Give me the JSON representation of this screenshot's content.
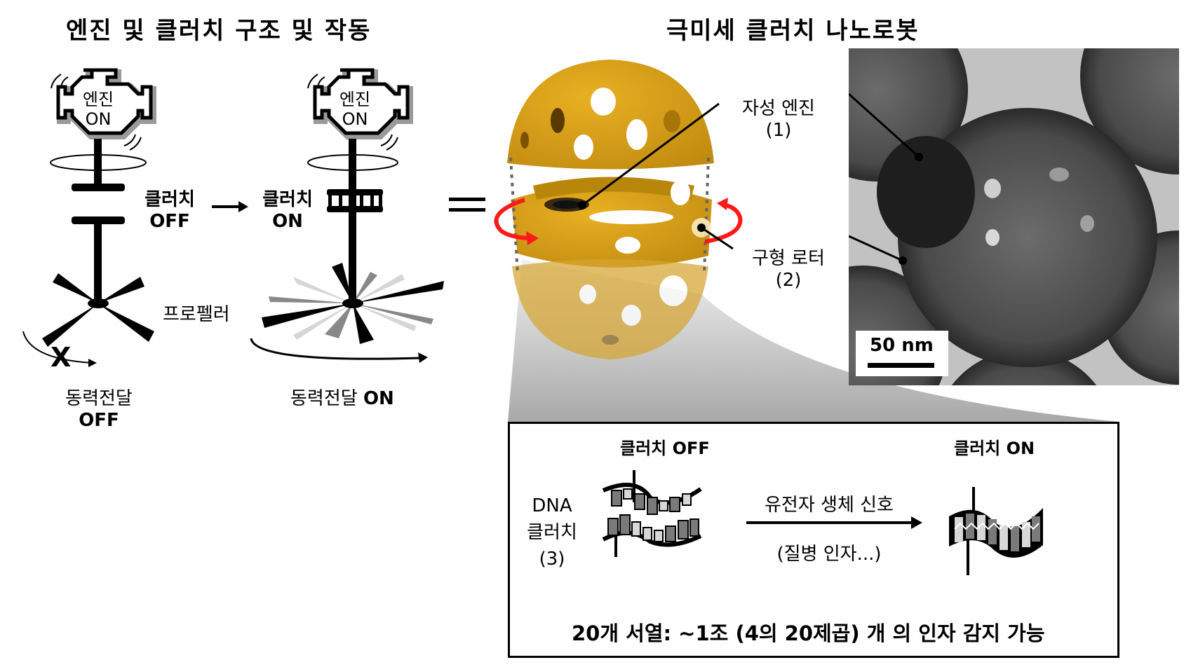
{
  "left_panel": {
    "title": "엔진 및 클러치 구조 및 작동",
    "engine_off_state": {
      "engine_label_line1": "엔진",
      "engine_label_line2": "ON",
      "clutch_label": "클러치",
      "clutch_state": "OFF",
      "propeller_blocked_mark": "X",
      "power_label": "동력전달",
      "power_state": "OFF"
    },
    "engine_on_state": {
      "engine_label_line1": "엔진",
      "engine_label_line2": "ON",
      "clutch_label": "클러치",
      "clutch_state": "ON",
      "power_label": "동력전달",
      "power_state": "ON"
    },
    "propeller_label": "프로펠러",
    "equals_sign": "="
  },
  "right_panel": {
    "title": "극미세 클러치 나노로봇",
    "labels": [
      {
        "text": "자성 엔진",
        "number": "(1)"
      },
      {
        "text": "구형 로터",
        "number": "(2)"
      }
    ],
    "tem_image": {
      "scale_bar_label": "50 nm"
    },
    "colors": {
      "robot_gold": "#d9a21a",
      "rotation_arrow": "#ff1a1a"
    }
  },
  "dna_box": {
    "side_label_line1": "DNA",
    "side_label_line2": "클러치",
    "side_label_line3": "(3)",
    "clutch_off_label": "클러치 OFF",
    "clutch_on_label": "클러치 ON",
    "arrow_top_text": "유전자 생체 신호",
    "arrow_bottom_text": "(질병 인자...)",
    "footer_text": "20개 서열: ~1조 (4의 20제곱) 개 의 인자 감지 가능"
  }
}
